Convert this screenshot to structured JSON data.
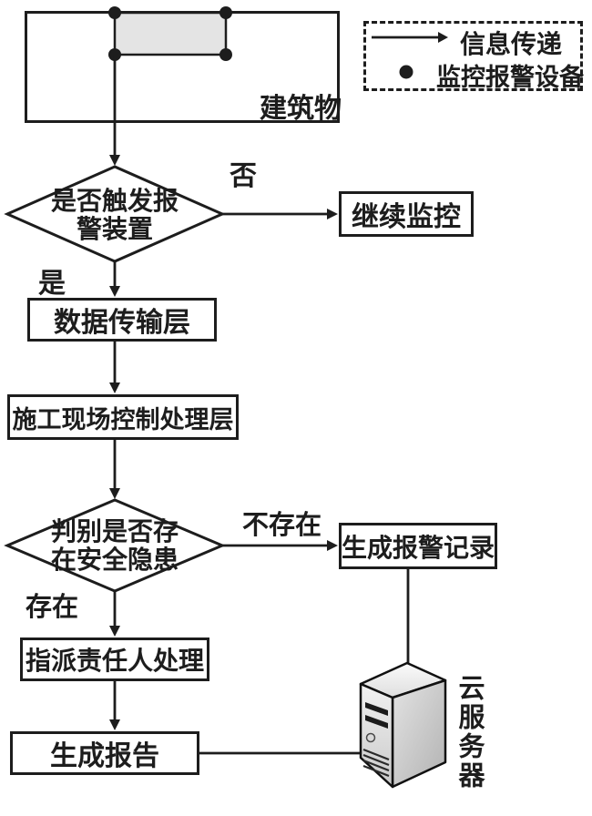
{
  "legend": {
    "arrow_label": "信息传递",
    "dot_label": "监控报警设备"
  },
  "nodes": {
    "building": "建筑物",
    "decision_alarm_line1": "是否触发报",
    "decision_alarm_line2": "警装置",
    "continue_monitoring": "继续监控",
    "data_transmission_layer": "数据传输层",
    "site_control_layer": "施工现场控制处理层",
    "decision_hazard_line1": "判别是否存",
    "decision_hazard_line2": "在安全隐患",
    "alarm_record": "生成报警记录",
    "assign_handler": "指派责任人处理",
    "generate_report": "生成报告",
    "cloud_server": "云服务器"
  },
  "edge_labels": {
    "no": "否",
    "yes": "是",
    "not_exist": "不存在",
    "exist": "存在"
  },
  "colors": {
    "ink": "#1d1d1d",
    "device_area_fill": "#e4e4e4",
    "background": "#ffffff"
  }
}
